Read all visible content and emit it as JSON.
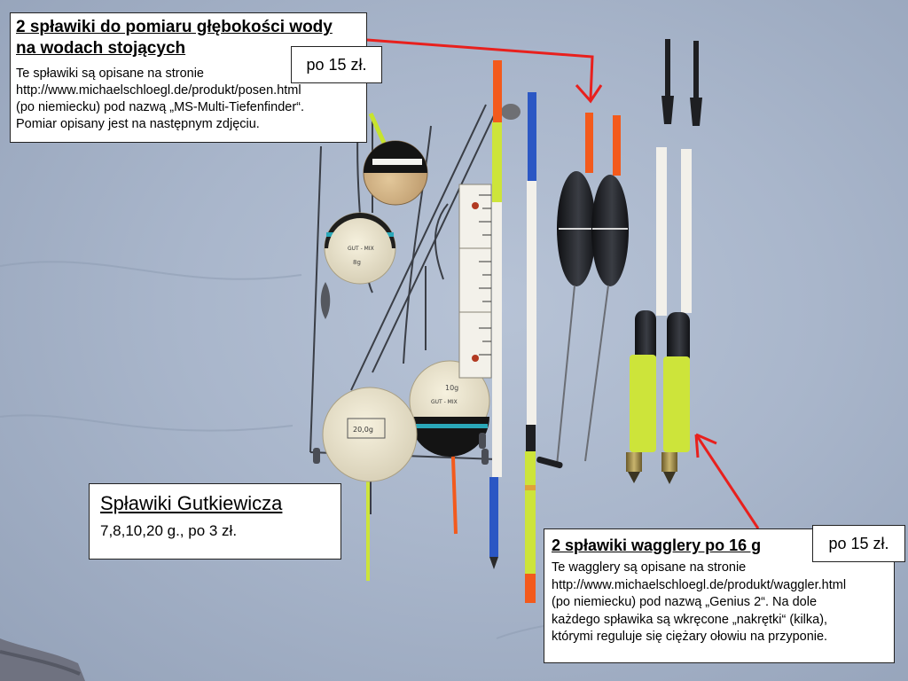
{
  "box_top": {
    "heading": "2 spławiki do pomiaru głębokości wody\nna wodach stojących",
    "body": "Te spławiki są opisane na stronie\nhttp://www.michaelschloegl.de/produkt/posen.html\n(po niemiecku) pod nazwą „MS-Multi-Tiefenfinder“.\nPomiar opisany jest na następnym zdjęciu."
  },
  "price_top": "po 15 zł.",
  "box_gutkiewicz": {
    "heading": "Spławiki Gutkiewicza",
    "body": "7,8,10,20 g., po 3 zł."
  },
  "box_waggler": {
    "heading": "2 spławiki wagglery po 16 g",
    "body": "Te wagglery są opisane na stronie\nhttp://www.michaelschloegl.de/produkt/waggler.html\n(po niemiecku) pod nazwą „Genius 2“. Na dole\nkażdego spławika są wkręcone „nakrętki“ (kilka),\nktórymi reguluje się ciężary ołowiu na przyponie."
  },
  "price_waggler": "po 15 zł.",
  "disc_labels": {
    "gut_mix": "GUT - MIX",
    "weight_8": "8g",
    "weight_10": "10g",
    "weight_20": "20,0g"
  },
  "colors": {
    "background_cloth": "#a9b6cb",
    "annotation_arrow": "#e8201d",
    "float_tip_orange": "#f35a1c",
    "float_body_yellow": "#cde43a",
    "float_body_black": "#1e1f22",
    "disc_cream": "#efe8d2"
  }
}
